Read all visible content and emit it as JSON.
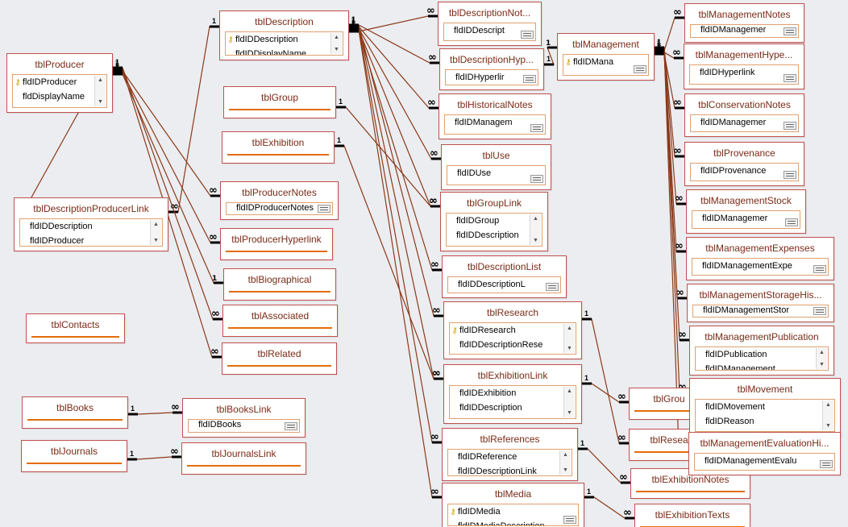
{
  "tables": [
    {
      "id": "tblProducer",
      "name": "tblProducer",
      "fields": [
        {
          "name": "fldIDProducer",
          "key": true
        },
        {
          "name": "fldDisplayName"
        }
      ]
    },
    {
      "id": "tblDescriptionProducerLink",
      "name": "tblDescriptionProducerLink",
      "fields": [
        {
          "name": "fldIDDescription"
        },
        {
          "name": "fldIDProducer"
        }
      ]
    },
    {
      "id": "tblContacts",
      "name": "tblContacts",
      "fields": []
    },
    {
      "id": "tblBooks",
      "name": "tblBooks",
      "fields": []
    },
    {
      "id": "tblJournals",
      "name": "tblJournals",
      "fields": []
    },
    {
      "id": "tblDescription",
      "name": "tblDescription",
      "fields": [
        {
          "name": "fldIDDescription",
          "key": true
        },
        {
          "name": "fldIDDisplayName"
        }
      ]
    },
    {
      "id": "tblGroup",
      "name": "tblGroup",
      "fields": []
    },
    {
      "id": "tblExhibition",
      "name": "tblExhibition",
      "fields": []
    },
    {
      "id": "tblProducerNotes",
      "name": "tblProducerNotes",
      "fields": [
        {
          "name": "fldIDProducerNotes"
        }
      ]
    },
    {
      "id": "tblProducerHyperlink",
      "name": "tblProducerHyperlink",
      "fields": []
    },
    {
      "id": "tblBiographical",
      "name": "tblBiographical",
      "fields": []
    },
    {
      "id": "tblAssociated",
      "name": "tblAssociated",
      "fields": []
    },
    {
      "id": "tblRelated",
      "name": "tblRelated",
      "fields": []
    },
    {
      "id": "tblBooksLink",
      "name": "tblBooksLink",
      "fields": [
        {
          "name": "fldIDBooks"
        }
      ]
    },
    {
      "id": "tblJournalsLink",
      "name": "tblJournalsLink",
      "fields": []
    },
    {
      "id": "tblDescriptionNotes",
      "name": "tblDescriptionNot...",
      "fields": [
        {
          "name": "fldIDDescript"
        }
      ]
    },
    {
      "id": "tblDescriptionHyperlink",
      "name": "tblDescriptionHyp...",
      "fields": [
        {
          "name": "fldIDHyperlir"
        }
      ]
    },
    {
      "id": "tblHistoricalNotes",
      "name": "tblHistoricalNotes",
      "fields": [
        {
          "name": "fldIDManagem"
        }
      ]
    },
    {
      "id": "tblUse",
      "name": "tblUse",
      "fields": [
        {
          "name": "fldIDUse"
        }
      ]
    },
    {
      "id": "tblGroupLink",
      "name": "tblGroupLink",
      "fields": [
        {
          "name": "fldIDGroup"
        },
        {
          "name": "fldIDDescription"
        }
      ]
    },
    {
      "id": "tblDescriptionList",
      "name": "tblDescriptionList",
      "fields": [
        {
          "name": "fldIDDescriptionL"
        }
      ]
    },
    {
      "id": "tblResearch",
      "name": "tblResearch",
      "fields": [
        {
          "name": "fldIDResearch",
          "key": true
        },
        {
          "name": "fldIDDescriptionRese"
        }
      ]
    },
    {
      "id": "tblExhibitionLink",
      "name": "tblExhibitionLink",
      "fields": [
        {
          "name": "fldIDExhibition"
        },
        {
          "name": "fldIDDescription"
        }
      ]
    },
    {
      "id": "tblReferences",
      "name": "tblReferences",
      "fields": [
        {
          "name": "fldIDReference"
        },
        {
          "name": "fldIDDescriptionLink"
        }
      ]
    },
    {
      "id": "tblMedia",
      "name": "tblMedia",
      "fields": [
        {
          "name": "fldIDMedia",
          "key": true
        },
        {
          "name": "fldIDMediaDescription"
        }
      ]
    },
    {
      "id": "tblManagement",
      "name": "tblManagement",
      "fields": [
        {
          "name": "fldIDMana",
          "key": true
        }
      ]
    },
    {
      "id": "tblGroupB",
      "name": "tblGrou",
      "fields": []
    },
    {
      "id": "tblResearchB",
      "name": "tblResea",
      "fields": []
    },
    {
      "id": "tblExhibitionNotes",
      "name": "tblExhibitionNotes",
      "fields": []
    },
    {
      "id": "tblExhibitionTexts",
      "name": "tblExhibitionTexts",
      "fields": []
    },
    {
      "id": "tblManagementNotes",
      "name": "tblManagementNotes",
      "fields": [
        {
          "name": "fldIDManagemer"
        }
      ]
    },
    {
      "id": "tblManagementHyperlink",
      "name": "tblManagementHype...",
      "fields": [
        {
          "name": "fldIDHyperlink"
        }
      ]
    },
    {
      "id": "tblConservationNotes",
      "name": "tblConservationNotes",
      "fields": [
        {
          "name": "fldIDManagemer"
        }
      ]
    },
    {
      "id": "tblProvenance",
      "name": "tblProvenance",
      "fields": [
        {
          "name": "fldIDProvenance"
        }
      ]
    },
    {
      "id": "tblManagementStock",
      "name": "tblManagementStock",
      "fields": [
        {
          "name": "fldIDManagemer"
        }
      ]
    },
    {
      "id": "tblManagementExpenses",
      "name": "tblManagementExpenses",
      "fields": [
        {
          "name": "fldIDManagementExpe"
        }
      ]
    },
    {
      "id": "tblManagementStorageHistory",
      "name": "tblManagementStorageHis...",
      "fields": [
        {
          "name": "fldIDManagementStor"
        }
      ]
    },
    {
      "id": "tblManagementPublication",
      "name": "tblManagementPublication",
      "fields": [
        {
          "name": "fldIDPublication"
        },
        {
          "name": "fldIDManagement"
        }
      ]
    },
    {
      "id": "tblMovement",
      "name": "tblMovement",
      "fields": [
        {
          "name": "fldIDMovement"
        },
        {
          "name": "fldIDReason"
        }
      ]
    },
    {
      "id": "tblManagementEvaluationHistory",
      "name": "tblManagementEvaluationHi...",
      "fields": [
        {
          "name": "fldIDManagementEvalu"
        }
      ]
    }
  ],
  "relationships": [
    {
      "from": "tblProducer",
      "to": "tblDescriptionProducerLink",
      "one": "1",
      "many": "∞"
    },
    {
      "from": "tblDescription",
      "to": "tblDescriptionProducerLink",
      "one": "1",
      "many": "∞"
    },
    {
      "from": "tblProducer",
      "to": "tblProducerNotes",
      "one": "1",
      "many": "∞"
    },
    {
      "from": "tblProducer",
      "to": "tblProducerHyperlink",
      "one": "1",
      "many": "∞"
    },
    {
      "from": "tblProducer",
      "to": "tblBiographical",
      "one": "1",
      "many": "1"
    },
    {
      "from": "tblProducer",
      "to": "tblAssociated",
      "one": "1",
      "many": "∞"
    },
    {
      "from": "tblProducer",
      "to": "tblRelated",
      "one": "1",
      "many": "∞"
    },
    {
      "from": "tblBooks",
      "to": "tblBooksLink",
      "one": "1",
      "many": "∞"
    },
    {
      "from": "tblJournals",
      "to": "tblJournalsLink",
      "one": "1",
      "many": "∞"
    },
    {
      "from": "tblDescription",
      "to": "tblDescriptionNotes",
      "one": "1",
      "many": "∞"
    },
    {
      "from": "tblDescription",
      "to": "tblDescriptionHyperlink",
      "one": "1",
      "many": "∞"
    },
    {
      "from": "tblDescription",
      "to": "tblHistoricalNotes",
      "one": "1",
      "many": "∞"
    },
    {
      "from": "tblDescription",
      "to": "tblUse",
      "one": "1",
      "many": "∞"
    },
    {
      "from": "tblDescription",
      "to": "tblGroupLink",
      "one": "1",
      "many": "∞"
    },
    {
      "from": "tblDescription",
      "to": "tblDescriptionList",
      "one": "1",
      "many": "∞"
    },
    {
      "from": "tblDescription",
      "to": "tblResearch",
      "one": "1",
      "many": "∞"
    },
    {
      "from": "tblDescription",
      "to": "tblExhibitionLink",
      "one": "1",
      "many": "∞"
    },
    {
      "from": "tblDescription",
      "to": "tblReferences",
      "one": "1",
      "many": "∞"
    },
    {
      "from": "tblDescription",
      "to": "tblMedia",
      "one": "1",
      "many": "∞"
    },
    {
      "from": "tblGroup",
      "to": "tblGroupLink",
      "one": "1",
      "many": "∞"
    },
    {
      "from": "tblExhibition",
      "to": "tblExhibitionLink",
      "one": "1",
      "many": "∞"
    },
    {
      "from": "tblDescriptionHyperlink",
      "to": "tblManagement",
      "one": "1",
      "many": "1"
    },
    {
      "from": "tblManagement",
      "to": "tblManagementNotes",
      "one": "1",
      "many": "∞"
    },
    {
      "from": "tblManagement",
      "to": "tblManagementHyperlink",
      "one": "1",
      "many": "∞"
    },
    {
      "from": "tblManagement",
      "to": "tblConservationNotes",
      "one": "1",
      "many": "∞"
    },
    {
      "from": "tblManagement",
      "to": "tblProvenance",
      "one": "1",
      "many": "∞"
    },
    {
      "from": "tblManagement",
      "to": "tblManagementStock",
      "one": "1",
      "many": "∞"
    },
    {
      "from": "tblManagement",
      "to": "tblManagementExpenses",
      "one": "1",
      "many": "∞"
    },
    {
      "from": "tblManagement",
      "to": "tblManagementStorageHistory",
      "one": "1",
      "many": "∞"
    },
    {
      "from": "tblManagement",
      "to": "tblManagementPublication",
      "one": "1",
      "many": "∞"
    },
    {
      "from": "tblManagement",
      "to": "tblMovement",
      "one": "1",
      "many": "∞"
    },
    {
      "from": "tblManagement",
      "to": "tblManagementEvaluationHistory",
      "one": "1",
      "many": "∞"
    },
    {
      "from": "tblResearch",
      "to": "tblResearchB",
      "one": "1",
      "many": "∞"
    },
    {
      "from": "tblExhibitionLink",
      "to": "tblGroupB",
      "one": "1",
      "many": "∞"
    },
    {
      "from": "tblReferences",
      "to": "tblExhibitionNotes",
      "one": "1",
      "many": "∞"
    },
    {
      "from": "tblMedia",
      "to": "tblExhibitionTexts",
      "one": "1",
      "many": "∞"
    }
  ],
  "colors": {
    "background": "#ecedf0",
    "table_border": "#c0504d",
    "title_text": "#7a2b16",
    "underline": "#e46c0a",
    "relationship_line": "#8a3a1a",
    "key_icon": "#c9a000"
  },
  "icons": {
    "primary_key": "key-icon",
    "one_marker": "1",
    "many_marker": "∞"
  }
}
